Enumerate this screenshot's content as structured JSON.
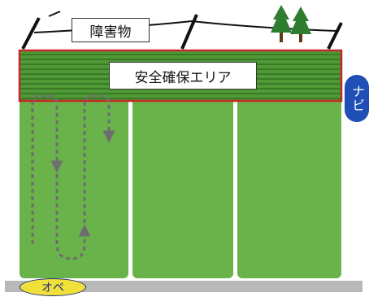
{
  "labels": {
    "obstacle": "障害物",
    "safety_area": "安全確保エリア",
    "navigator": "ナビ",
    "operator": "オペ"
  },
  "colors": {
    "field_green": "#6ab34a",
    "field_stripe": "#3f7f2a",
    "safety_border": "#c62828",
    "ground": "#b8b8b8",
    "navigator_badge": "#1f4fb5",
    "operator_badge": "#f0e03a",
    "path": "#6e6e6e",
    "tree": "#2f7d2f"
  }
}
